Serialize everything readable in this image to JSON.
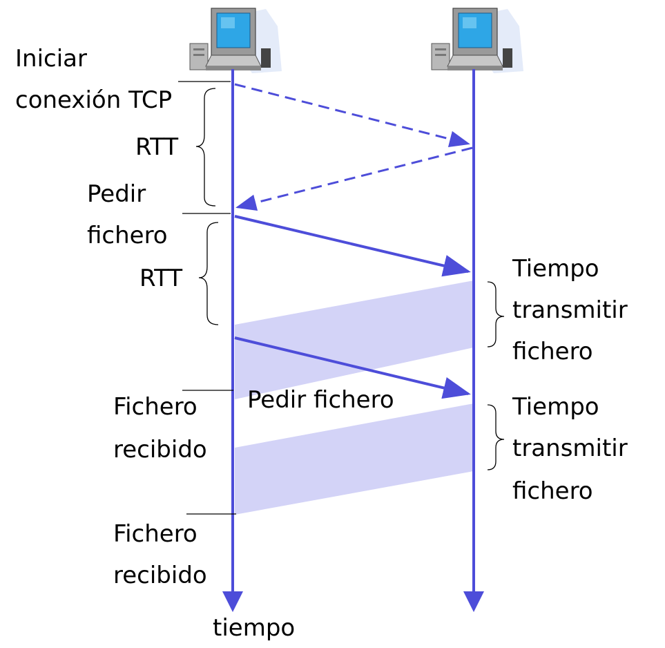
{
  "labels": {
    "iniciar_1": "Iniciar",
    "iniciar_2": "conexión TCP",
    "rtt_1": "RTT",
    "pedir_1": "Pedir",
    "pedir_2": "fichero",
    "rtt_2": "RTT",
    "tiempo_a_1": "Tiempo",
    "tiempo_a_2": "transmitir",
    "tiempo_a_3": "fichero",
    "pedir_fichero": "Pedir fichero",
    "recibido1_1": "Fichero",
    "recibido1_2": "recibido",
    "tiempo_b_1": "Tiempo",
    "tiempo_b_2": "transmitir",
    "tiempo_b_3": "fichero",
    "recibido2_1": "Fichero",
    "recibido2_2": "recibido",
    "time_axis": "tiempo"
  },
  "icons": {
    "client": "computer-icon",
    "server": "computer-icon"
  },
  "colors": {
    "line": "#4d4dd9",
    "band": "#d3d3f7",
    "monitor": "#2ea6e6",
    "ink": "#000000"
  }
}
